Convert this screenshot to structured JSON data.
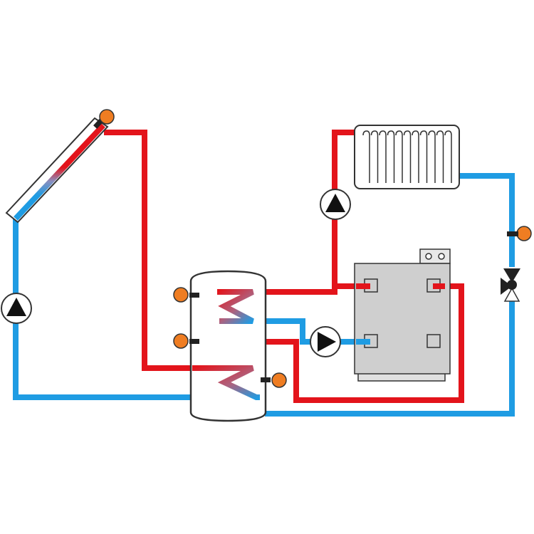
{
  "diagram": {
    "kind": "solar-thermal-heating-schematic",
    "colors": {
      "hot_pipe": "#e3141b",
      "cold_pipe": "#1f9ce3",
      "sensor": "#ef7d22",
      "outline": "#333333",
      "boiler_fill": "#cfcfcf",
      "tank_fill": "#ffffff",
      "background": "#ffffff"
    },
    "components": {
      "solar_collector": {
        "icon": "solar-collector"
      },
      "storage_tank": {
        "icon": "buffer-tank-with-two-coils"
      },
      "boiler": {
        "icon": "boiler-unit"
      },
      "radiator": {
        "icon": "radiator"
      },
      "mixing_valve": {
        "icon": "three-way-mixing-valve"
      },
      "pumps": [
        {
          "id": "solar-circuit-pump",
          "icon": "circulation-pump"
        },
        {
          "id": "heating-circuit-pump",
          "icon": "circulation-pump"
        },
        {
          "id": "tank-charging-pump",
          "icon": "circulation-pump"
        }
      ],
      "sensors": [
        {
          "id": "collector-sensor",
          "icon": "temperature-sensor"
        },
        {
          "id": "tank-top-sensor",
          "icon": "temperature-sensor"
        },
        {
          "id": "tank-middle-sensor",
          "icon": "temperature-sensor"
        },
        {
          "id": "tank-bottom-sensor",
          "icon": "temperature-sensor"
        },
        {
          "id": "flow-sensor",
          "icon": "temperature-sensor"
        }
      ]
    }
  }
}
